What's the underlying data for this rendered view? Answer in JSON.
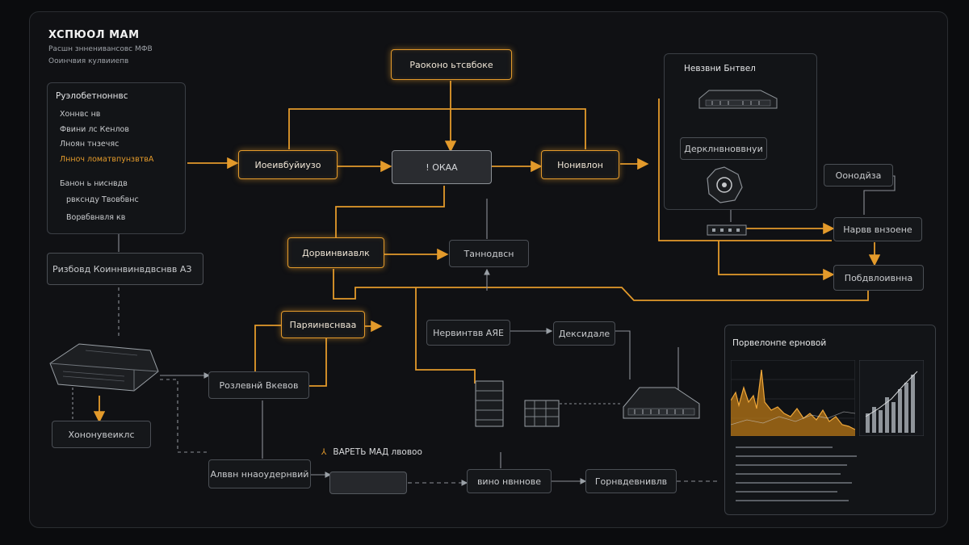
{
  "header": {
    "title": "XCПЮOЛ MAM",
    "subtitle_1": "Расшн знненивансовс МФВ",
    "subtitle_2": "Ооинчвия кулвииепв"
  },
  "left_panel": {
    "title": "Руэлобетноннвс",
    "items": [
      {
        "label": "Хоннвс нв",
        "accent": false
      },
      {
        "label": "Фвини лс Кенлов",
        "accent": false
      },
      {
        "label": "Лноян тнзечяс",
        "accent": false
      },
      {
        "label": "Лнноч ломатвпунзвтвА",
        "accent": true
      },
      {
        "label": "Банон ь ниснвдв",
        "accent": false
      },
      {
        "label": "рвкснду Твовбвнс",
        "accent": false
      },
      {
        "label": "Ворвбвнвля кв",
        "accent": false
      }
    ]
  },
  "nodes": {
    "top_source": "Раоконо ьтсвбоке",
    "left_mid": "Иоеивбуйиузо",
    "center_core": "! ОКАА",
    "right_mid": "Нонивлон",
    "mid_left": "Дорвинвиавлк",
    "mid_center": "Таннодвсн",
    "left_panel_b": "Ризбовд Коиннвинвдвснвв АЗ",
    "process_left": "Паряинвснваа",
    "process_center": "Нервинтвв АЯЕ",
    "process_center_right": "Дексидале",
    "bottom_left_a": "Розлевнй Вкевов",
    "bottom_left_b": "Хононувеиклс",
    "bottom_row_1": "Алввн ннаоудернвий",
    "bottom_row_3": "вино нвннове",
    "bottom_row_4": "Горнвдевнивлв",
    "bottom_heading": "ВАРЕТЬ МАД лвовоо",
    "right_a": "Оонодйза",
    "right_b": "Нарвв внзоене",
    "right_c": "Побдвлоивнна"
  },
  "device_panel": {
    "title": "Невзвни Бнтвел",
    "node": "Дерклнвноввнуи"
  },
  "chart_panel": {
    "title": "Порвелонпе ерновой"
  },
  "colors": {
    "accent": "#e39a2b",
    "background": "#0b0c0e",
    "panel": "#121417",
    "border": "#6c7076",
    "text": "#d7d9dc"
  },
  "icons": {
    "hardware_left": "server-chassis-icon",
    "hardware_rack": "server-rack-icon",
    "hardware_router": "router-device-icon",
    "gear": "cog-icon"
  }
}
